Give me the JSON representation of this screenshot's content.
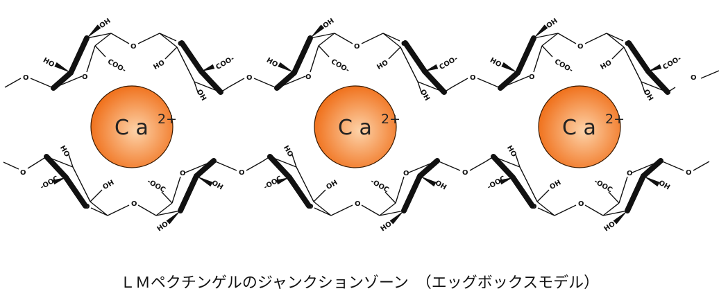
{
  "diagram": {
    "ion": {
      "symbol": "C a",
      "charge": "2+",
      "count": 3
    },
    "ion_colors": {
      "center": "#fdd2a8",
      "edge": "#ef6a12",
      "stroke": "#3a1a00"
    },
    "labels": {
      "hydroxyl_right": "OH",
      "hydroxyl_left": "HO",
      "carboxylate_right": "COO-",
      "carboxylate_left": "-OOC",
      "oxygen": "O"
    },
    "units": 3
  },
  "caption": "ＬＭペクチンゲルのジャンクションゾーン　（エッグボックスモデル）"
}
